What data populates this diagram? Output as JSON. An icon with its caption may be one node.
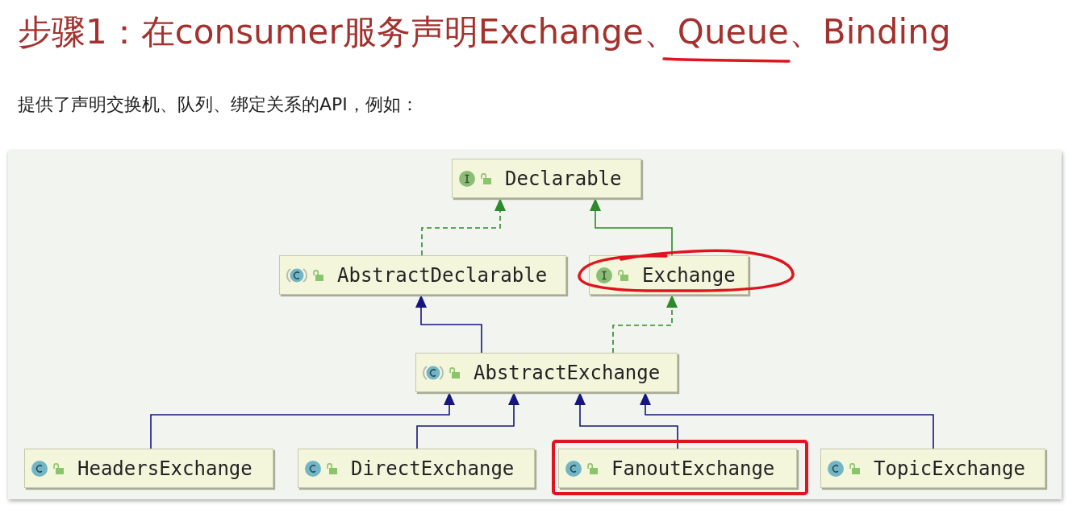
{
  "diagram": {
    "title": "步骤1：在consumer服务声明Exchange、Queue、Binding",
    "nodes": [
      {
        "text": [
          "Declarable"
        ]
      },
      {
        "text": [
          "AbstractDeclarable"
        ]
      },
      {
        "text": [
          "Exchange"
        ]
      },
      {
        "text": [
          "AbstractExchange"
        ]
      },
      {
        "text": [
          "HeadersExchange"
        ]
      },
      {
        "text": [
          "DirectExchange"
        ]
      },
      {
        "text": [
          "FanoutExchange"
        ]
      },
      {
        "text": [
          "TopicExchange"
        ]
      }
    ],
    "edges": [
      {
        "from": 1,
        "to": 0,
        "arrow": "to",
        "style": "dashed",
        "color": "#2b8a2b"
      },
      {
        "from": 2,
        "to": 0,
        "arrow": "to",
        "color": "#2b8a2b"
      },
      {
        "from": 3,
        "to": 1,
        "arrow": "to"
      },
      {
        "from": 3,
        "to": 2,
        "arrow": "to",
        "style": "dashed",
        "color": "#2b8a2b"
      },
      {
        "from": 4,
        "to": 3,
        "arrow": "to"
      },
      {
        "from": 5,
        "to": 3,
        "arrow": "to"
      },
      {
        "from": 6,
        "to": 3,
        "arrow": "to"
      },
      {
        "from": 7,
        "to": 3,
        "arrow": "to"
      }
    ],
    "labels": [
      "提供了声明交换机、队列、绑定关系的API，例如："
    ]
  }
}
